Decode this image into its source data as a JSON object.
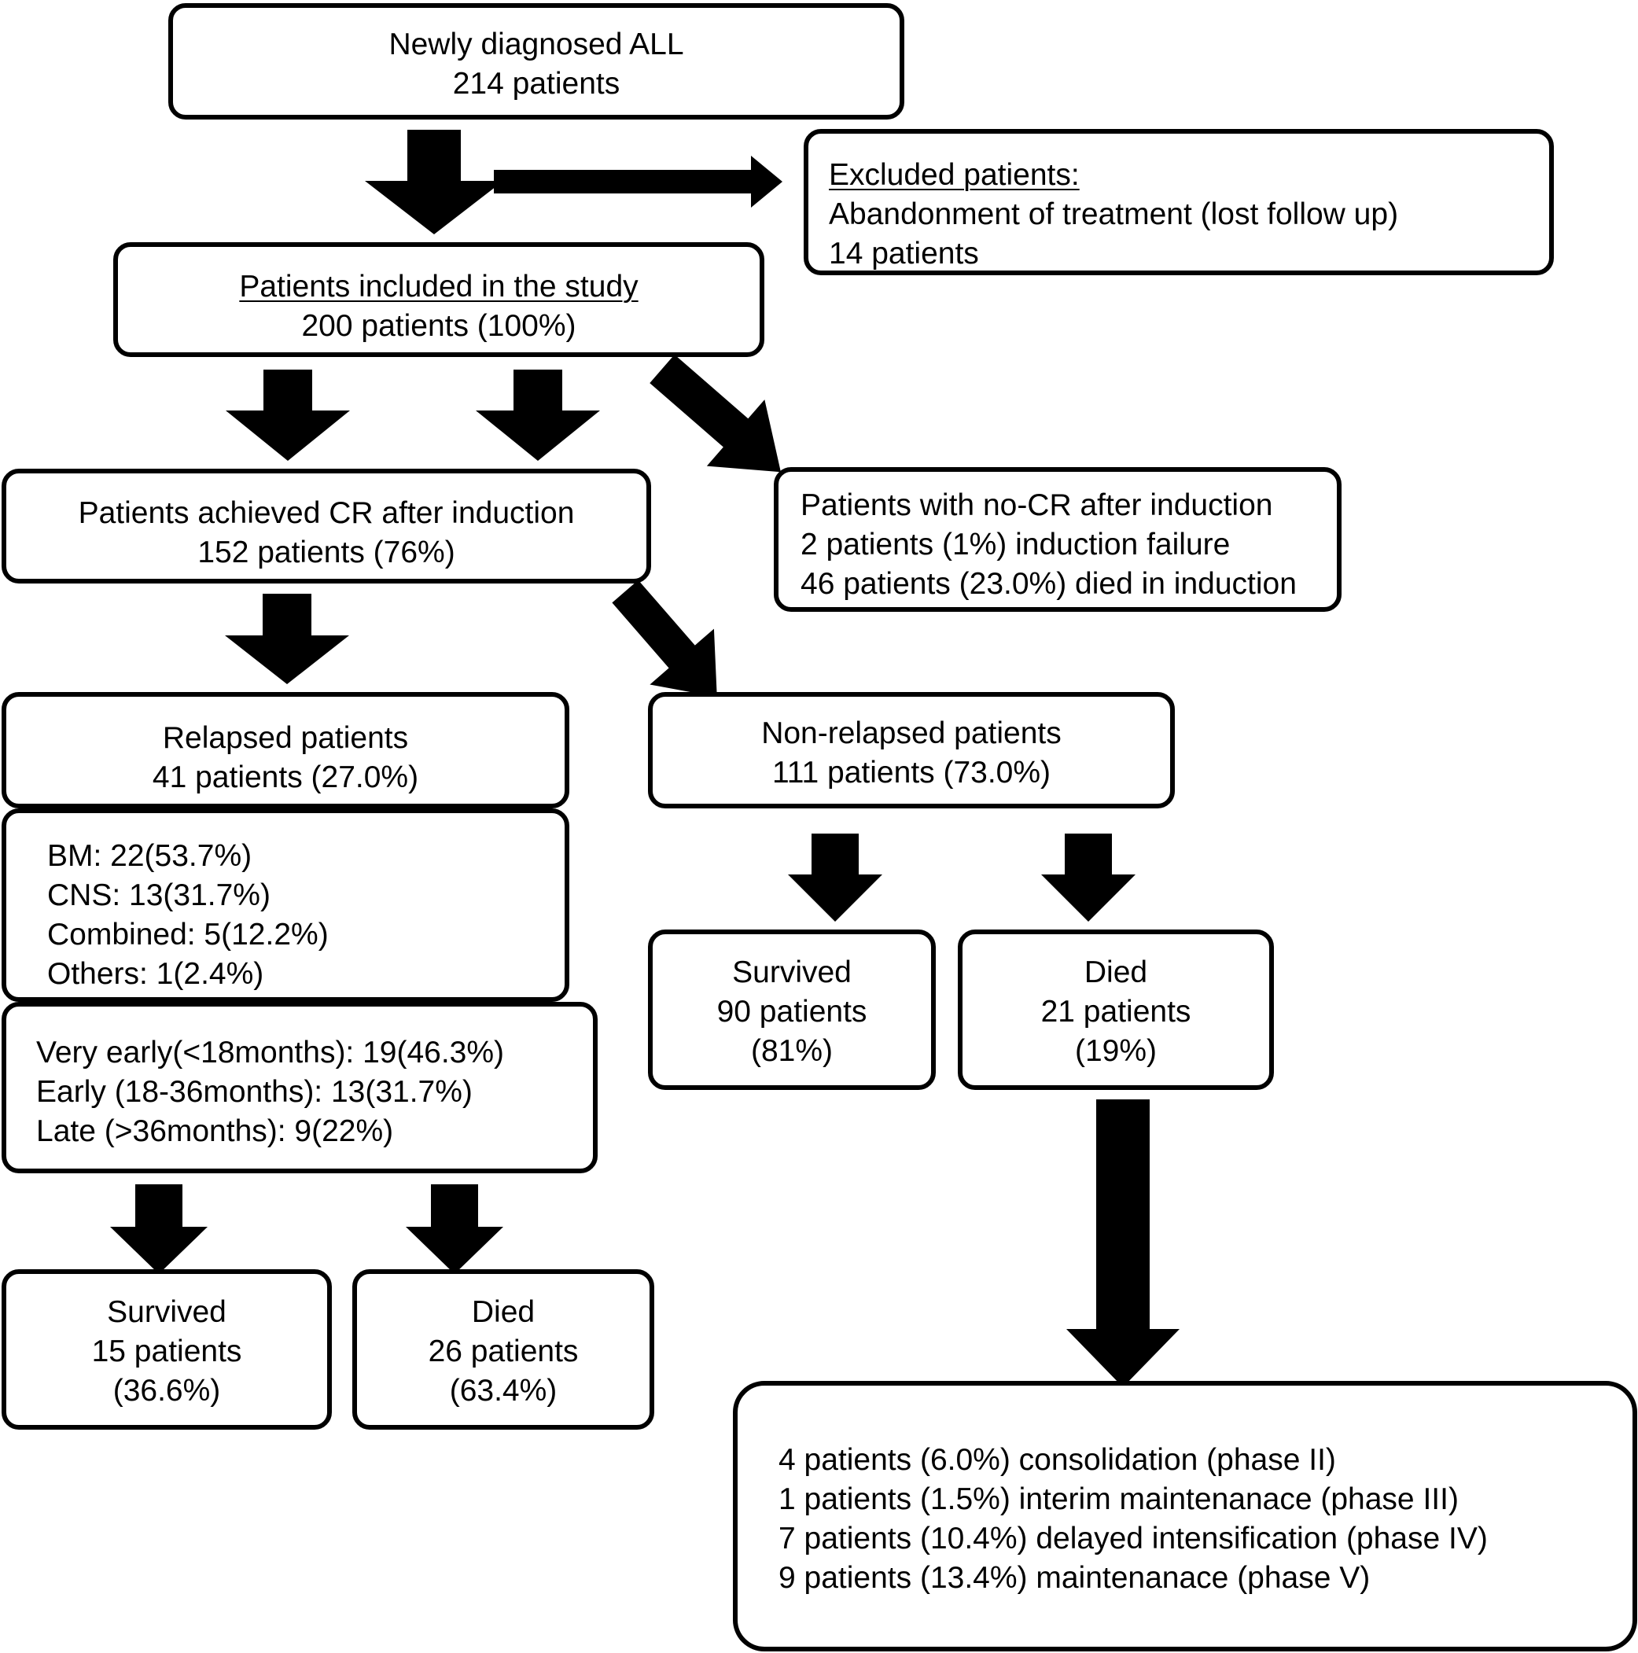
{
  "nodes": {
    "diagnosed": {
      "line1": "Newly diagnosed ALL",
      "line2": "214 patients"
    },
    "excluded": {
      "heading": "Excluded patients:",
      "line1": "Abandonment of treatment (lost follow up)",
      "line2": "14 patients"
    },
    "included": {
      "heading": "Patients included in the study",
      "line1": "200 patients (100%)"
    },
    "cr": {
      "line1": "Patients achieved CR after induction",
      "line2": "152 patients (76%)"
    },
    "nocr": {
      "line1": "Patients with no-CR after induction",
      "line2": "2 patients (1%) induction failure",
      "line3": "46 patients (23.0%) died in induction"
    },
    "relapsed": {
      "line1": "Relapsed patients",
      "line2": "41 patients (27.0%)"
    },
    "relapse_site": {
      "line1": "BM: 22(53.7%)",
      "line2": "CNS: 13(31.7%)",
      "line3": "Combined: 5(12.2%)",
      "line4": "Others: 1(2.4%)"
    },
    "relapse_time": {
      "line1": "Very early(<18months): 19(46.3%)",
      "line2": "Early (18-36months): 13(31.7%)",
      "line3": "Late (>36months): 9(22%)"
    },
    "relapsed_survived": {
      "line1": "Survived",
      "line2": "15 patients",
      "line3": "(36.6%)"
    },
    "relapsed_died": {
      "line1": "Died",
      "line2": "26 patients",
      "line3": "(63.4%)"
    },
    "nonrelapsed": {
      "line1": "Non-relapsed patients",
      "line2": "111 patients (73.0%)"
    },
    "nonrelapsed_survived": {
      "line1": "Survived",
      "line2": "90 patients",
      "line3": "(81%)"
    },
    "nonrelapsed_died": {
      "line1": "Died",
      "line2": "21 patients",
      "line3": "(19%)"
    },
    "death_phase": {
      "line1": "4 patients (6.0%) consolidation (phase II)",
      "line2": "1 patients (1.5%) interim maintenanace (phase III)",
      "line3": "7 patients (10.4%) delayed intensification (phase IV)",
      "line4": "9 patients (13.4%) maintenanace (phase V)"
    }
  }
}
